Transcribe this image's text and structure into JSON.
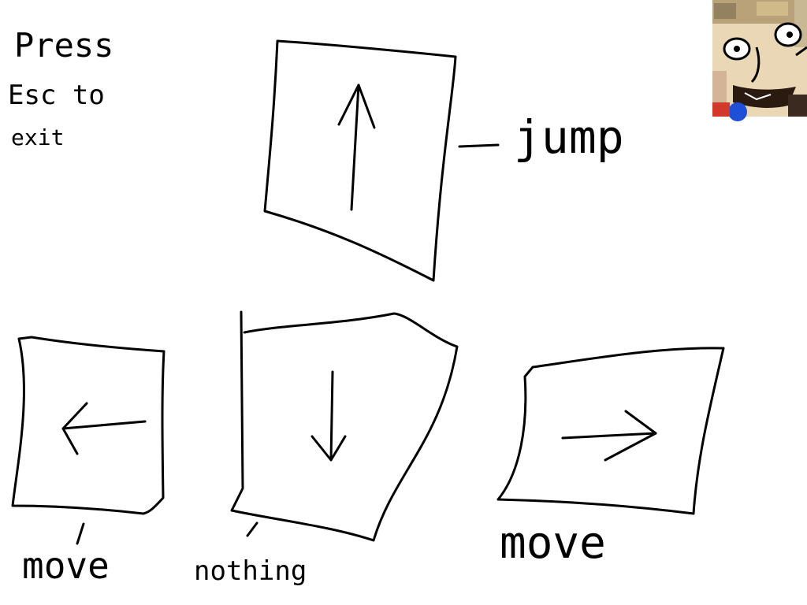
{
  "instructions": {
    "line1": "Press",
    "line2": "Esc to",
    "line3": "exit"
  },
  "keys": {
    "up": {
      "icon": "arrow-up-icon",
      "label": "jump"
    },
    "left": {
      "icon": "arrow-left-icon",
      "label": "move"
    },
    "down": {
      "icon": "arrow-down-icon",
      "label": "nothing"
    },
    "right": {
      "icon": "arrow-right-icon",
      "label": "move"
    }
  },
  "avatar": {
    "icon": "cartoon-face-avatar"
  }
}
